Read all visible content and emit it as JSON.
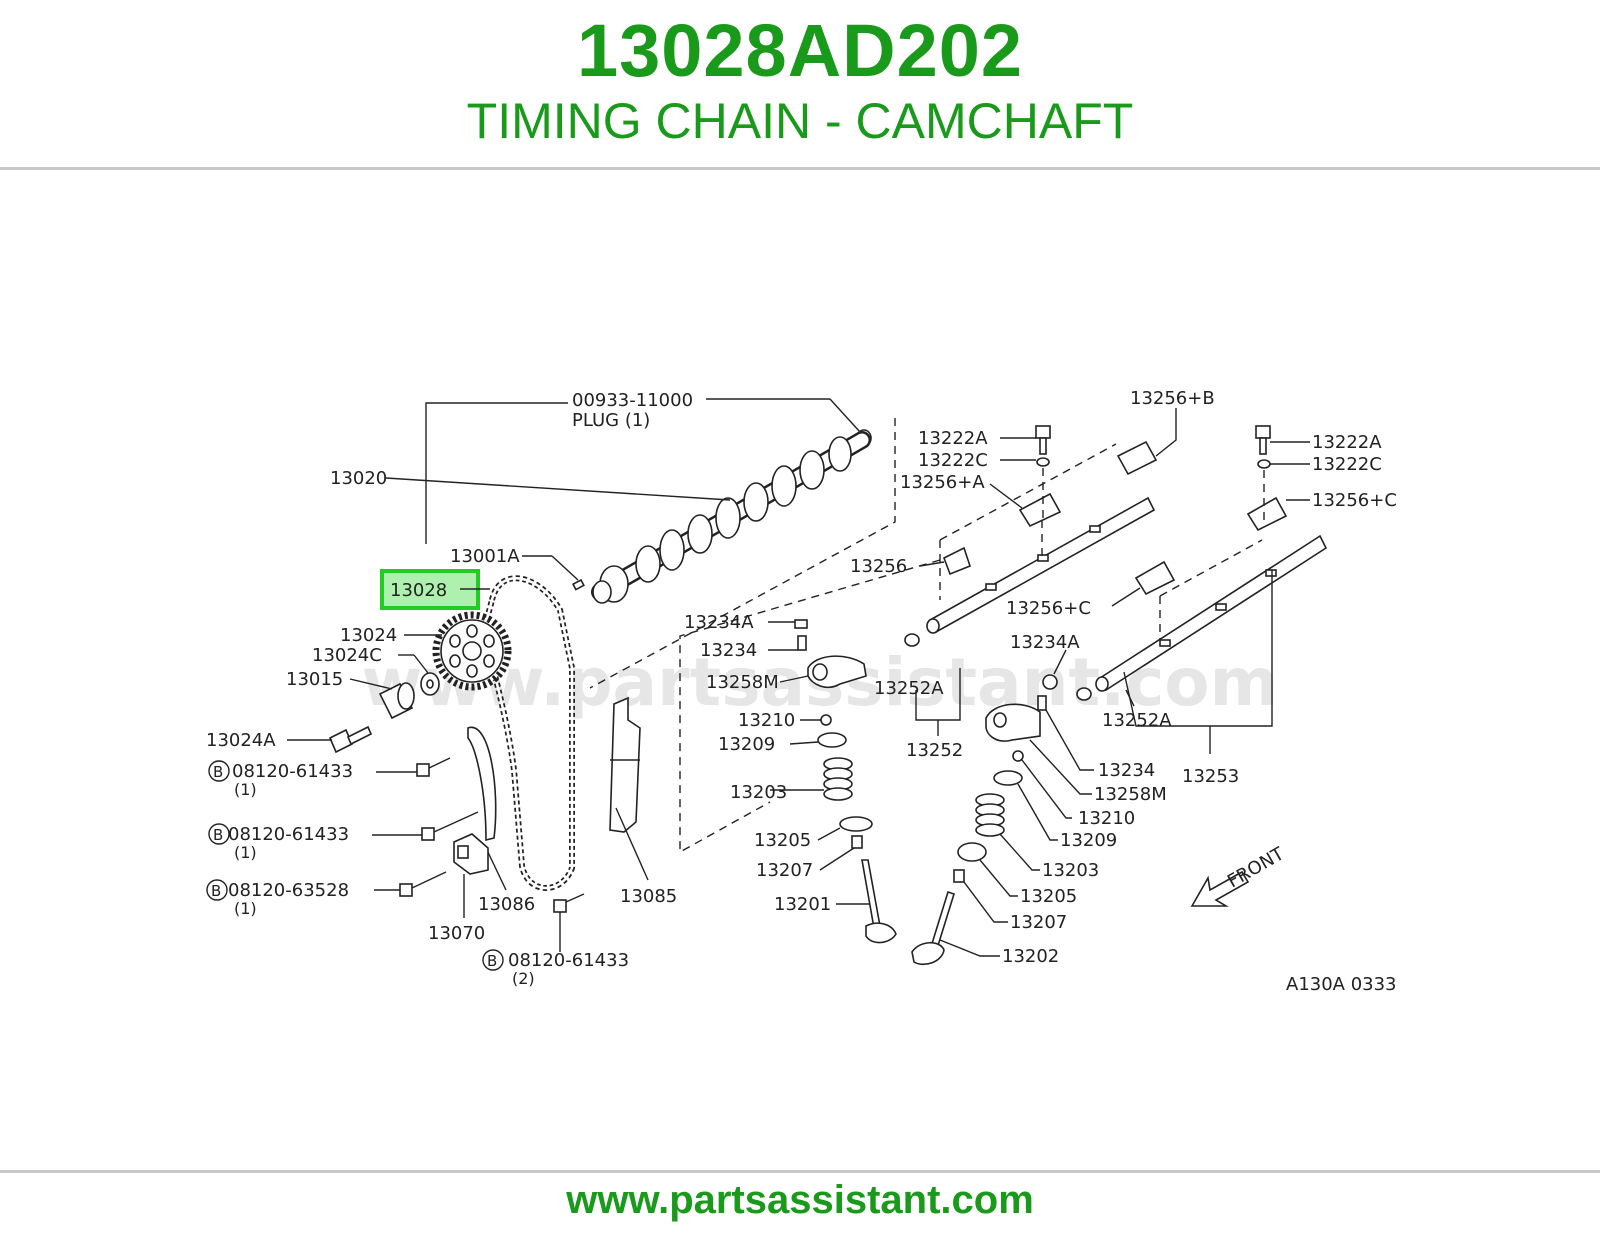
{
  "header": {
    "part_number": "13028AD202",
    "part_name": "TIMING CHAIN - CAMCHAFT"
  },
  "diagram": {
    "watermark": "www.partsassistant.com",
    "figure_code": "A130A 0333",
    "front_label": "FRONT",
    "highlighted_part": "13028",
    "labels": {
      "plug_number": "00933-11000",
      "plug_text": "PLUG (1)",
      "camshaft": "13020",
      "p13001A": "13001A",
      "chain": "13028",
      "sprocket": "13024",
      "p13024C": "13024C",
      "p13015": "13015",
      "p13024A": "13024A",
      "bolt1": "08120-61433",
      "bolt1_qty": "(1)",
      "bolt2": "08120-61433",
      "bolt2_qty": "(1)",
      "bolt3": "08120-63528",
      "bolt3_qty": "(1)",
      "bolt4": "08120-61433",
      "bolt4_qty": "(2)",
      "bolt_marker": "B",
      "p13086": "13086",
      "p13070": "13070",
      "p13085": "13085",
      "p13234A_l": "13234A",
      "p13234_l": "13234",
      "p13258M_l": "13258M",
      "p13210_l": "13210",
      "p13209_l": "13209",
      "p13203_l": "13203",
      "p13205_l": "13205",
      "p13207_l": "13207",
      "p13201": "13201",
      "p13252A_l": "13252A",
      "p13252": "13252",
      "p13256": "13256",
      "p13222A_l": "13222A",
      "p13222C_l": "13222C",
      "p13256A": "13256+A",
      "p13256B": "13256+B",
      "p13222A_r": "13222A",
      "p13222C_r": "13222C",
      "p13256C_r": "13256+C",
      "p13256C_m": "13256+C",
      "p13234A_r": "13234A",
      "p13252A_r": "13252A",
      "p13253": "13253",
      "p13234_r": "13234",
      "p13258M_r": "13258M",
      "p13210_r": "13210",
      "p13209_r": "13209",
      "p13203_r": "13203",
      "p13205_r": "13205",
      "p13207_r": "13207",
      "p13202": "13202"
    }
  },
  "footer": {
    "website": "www.partsassistant.com"
  },
  "colors": {
    "brand_green": "#1a9a1a",
    "highlight_green": "#22cc22",
    "rule_gray": "#c8c8c8"
  }
}
